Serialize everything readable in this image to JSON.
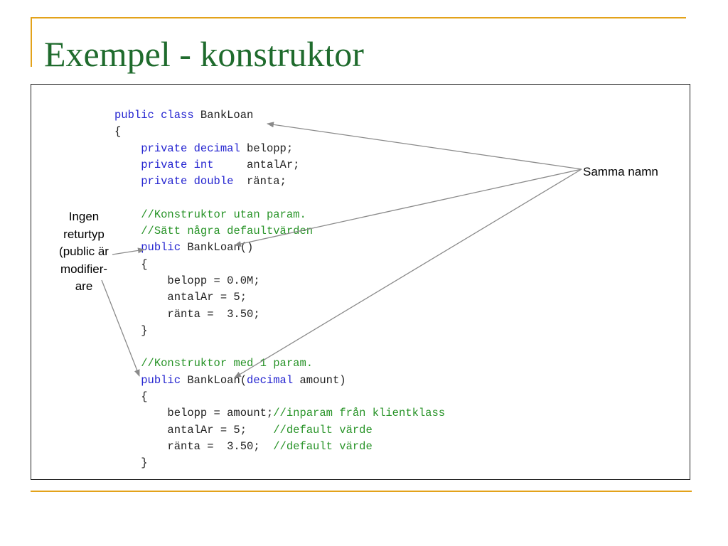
{
  "title": "Exempel - konstruktor",
  "code": [
    [
      {
        "t": "public class ",
        "c": "kw"
      },
      {
        "t": "BankLoan"
      }
    ],
    [
      {
        "t": "{"
      }
    ],
    [
      {
        "t": "    "
      },
      {
        "t": "private decimal",
        "c": "kw"
      },
      {
        "t": " belopp;"
      }
    ],
    [
      {
        "t": "    "
      },
      {
        "t": "private int",
        "c": "kw"
      },
      {
        "t": "     antalAr;"
      }
    ],
    [
      {
        "t": "    "
      },
      {
        "t": "private double",
        "c": "kw"
      },
      {
        "t": "  ränta;"
      }
    ],
    [
      {
        "t": ""
      }
    ],
    [
      {
        "t": "    "
      },
      {
        "t": "//Konstruktor utan param.",
        "c": "cm"
      }
    ],
    [
      {
        "t": "    "
      },
      {
        "t": "//Sätt några defaultvärden",
        "c": "cm"
      }
    ],
    [
      {
        "t": "    "
      },
      {
        "t": "public",
        "c": "kw"
      },
      {
        "t": " BankLoan()"
      }
    ],
    [
      {
        "t": "    {"
      }
    ],
    [
      {
        "t": "        belopp = 0.0M;"
      }
    ],
    [
      {
        "t": "        antalAr = 5;"
      }
    ],
    [
      {
        "t": "        ränta =  3.50;"
      }
    ],
    [
      {
        "t": "    }"
      }
    ],
    [
      {
        "t": ""
      }
    ],
    [
      {
        "t": "    "
      },
      {
        "t": "//Konstruktor med 1 param.",
        "c": "cm"
      }
    ],
    [
      {
        "t": "    "
      },
      {
        "t": "public",
        "c": "kw"
      },
      {
        "t": " BankLoan("
      },
      {
        "t": "decimal",
        "c": "kw"
      },
      {
        "t": " amount)"
      }
    ],
    [
      {
        "t": "    {"
      }
    ],
    [
      {
        "t": "        belopp = amount;"
      },
      {
        "t": "//inparam från klientklass",
        "c": "cm"
      }
    ],
    [
      {
        "t": "        antalAr = 5;    "
      },
      {
        "t": "//default värde",
        "c": "cm"
      }
    ],
    [
      {
        "t": "        ränta =  3.50;  "
      },
      {
        "t": "//default värde",
        "c": "cm"
      }
    ],
    [
      {
        "t": "    }"
      }
    ]
  ],
  "annotations": {
    "left": [
      "Ingen",
      "returtyp",
      "(public är",
      "modifier-",
      "are"
    ],
    "right": "Samma namn"
  },
  "colors": {
    "title": "#1f6b2d",
    "rule": "#e3a21a",
    "keyword": "#2424d0",
    "comment": "#279327",
    "arrow": "#8a8a8a"
  }
}
